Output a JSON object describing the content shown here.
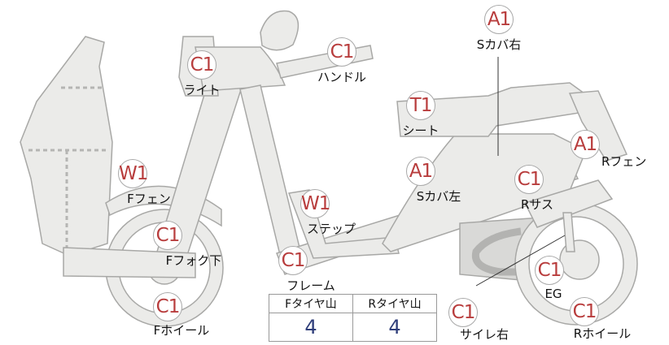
{
  "parts": [
    {
      "id": "s-cover-right",
      "grade": "A1",
      "label": "Sカバ右"
    },
    {
      "id": "light",
      "grade": "C1",
      "label": "ライト"
    },
    {
      "id": "handle",
      "grade": "C1",
      "label": "ハンドル"
    },
    {
      "id": "seat",
      "grade": "T1",
      "label": "シート"
    },
    {
      "id": "r-fender",
      "grade": "A1",
      "label": "Rフェン"
    },
    {
      "id": "f-fender",
      "grade": "W1",
      "label": "Fフェン"
    },
    {
      "id": "s-cover-left",
      "grade": "A1",
      "label": "Sカバ左"
    },
    {
      "id": "r-suspension",
      "grade": "C1",
      "label": "Rサス"
    },
    {
      "id": "step",
      "grade": "W1",
      "label": "ステップ"
    },
    {
      "id": "f-fork-lower",
      "grade": "C1",
      "label": "Fフォク下"
    },
    {
      "id": "frame",
      "grade": "C1",
      "label": "フレーム"
    },
    {
      "id": "engine",
      "grade": "C1",
      "label": "EG"
    },
    {
      "id": "f-wheel",
      "grade": "C1",
      "label": "Fホイール"
    },
    {
      "id": "muffler-right",
      "grade": "C1",
      "label": "サイレ右"
    },
    {
      "id": "r-wheel",
      "grade": "C1",
      "label": "Rホイール"
    }
  ],
  "tread_table": {
    "headers": [
      "Fタイヤ山",
      "Rタイヤ山"
    ],
    "values": [
      "4",
      "4"
    ]
  },
  "colors": {
    "grade_text": "#b83d3d",
    "tread_value": "#2f3e7a",
    "part_fill": "#ebebe9",
    "part_outline": "#a8a8a6"
  }
}
